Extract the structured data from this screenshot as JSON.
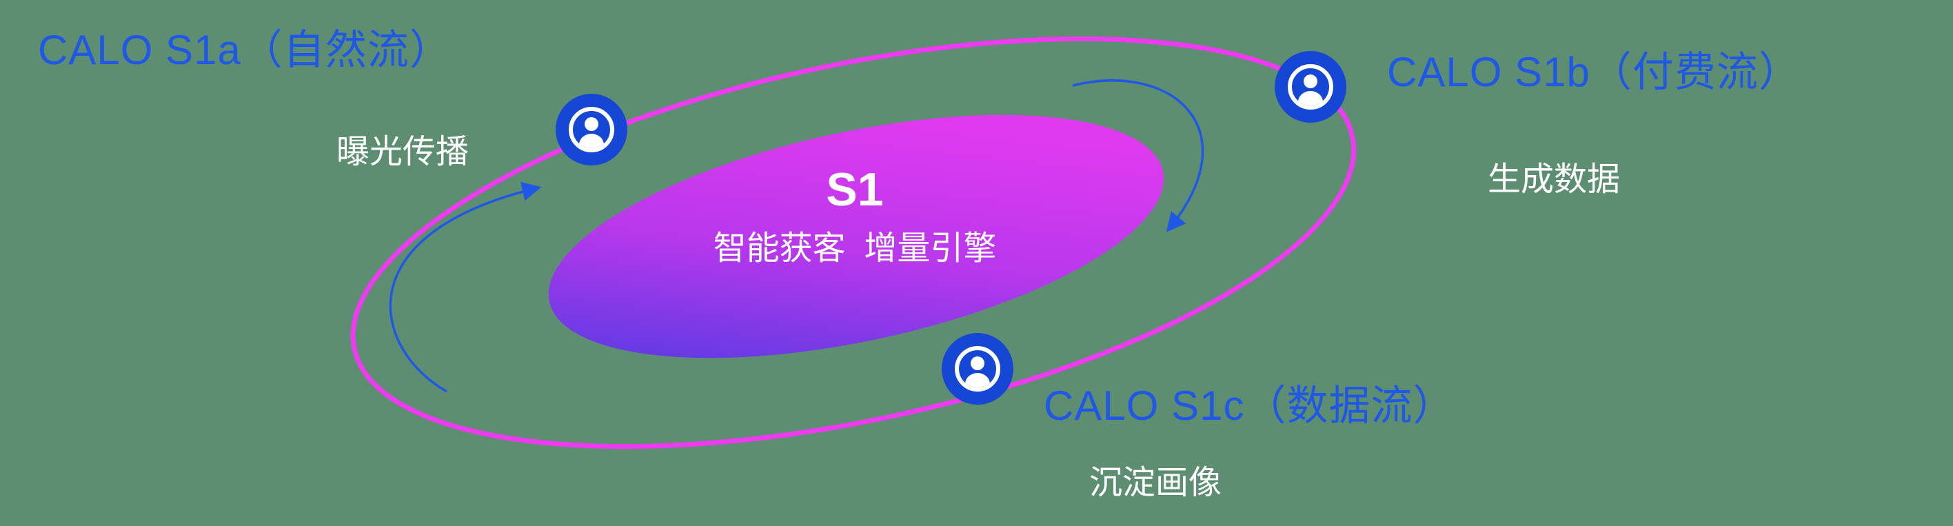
{
  "diagram": {
    "background_color": "#5e8e72",
    "center": {
      "title": "S1",
      "subtitle": "智能获客  增量引擎"
    },
    "nodes": [
      {
        "id": "s1a",
        "label": "CALO S1a（自然流）",
        "sublabel": "曝光传播",
        "icon": "user-icon"
      },
      {
        "id": "s1b",
        "label": "CALO S1b（付费流）",
        "sublabel": "生成数据",
        "icon": "user-icon"
      },
      {
        "id": "s1c",
        "label": "CALO S1c（数据流）",
        "sublabel": "沉淀画像",
        "icon": "user-icon"
      }
    ],
    "colors": {
      "label_blue": "#1f57e6",
      "orbit_pink": "#ee3af0",
      "node_blue": "#1647d4",
      "core_gradient_start": "#3f3be0",
      "core_gradient_mid": "#b838ec",
      "core_gradient_end": "#e93cf2",
      "arrow_blue": "#1f57e6",
      "text_white": "#ffffff"
    }
  }
}
